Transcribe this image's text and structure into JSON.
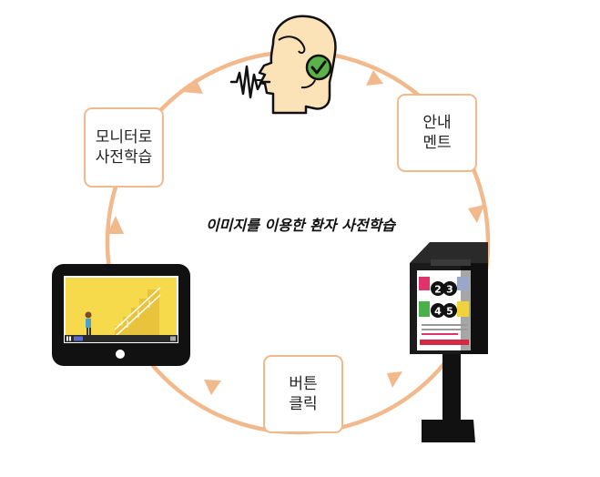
{
  "diagram": {
    "center_title": "이미지를 이용한 환자 사전학습",
    "steps": [
      {
        "id": "monitor",
        "line1": "모니터로",
        "line2": "사전학습"
      },
      {
        "id": "guide",
        "line1": "안내",
        "line2": "멘트"
      },
      {
        "id": "button",
        "line1": "버튼",
        "line2": "클릭"
      }
    ],
    "kiosk_buttons": [
      "2",
      "3",
      "4",
      "5"
    ]
  },
  "colors": {
    "cycle_line": "#f2b98c",
    "box_border": "#f2b98c",
    "head_fill": "#fbe3b7",
    "check_green": "#5bb248",
    "screen_yellow": "#f7d94c",
    "device_black": "#111111"
  },
  "icons": [
    "speaking-head-icon",
    "check-circle-icon",
    "sound-wave-icon",
    "tablet-monitor-icon",
    "kiosk-icon"
  ]
}
